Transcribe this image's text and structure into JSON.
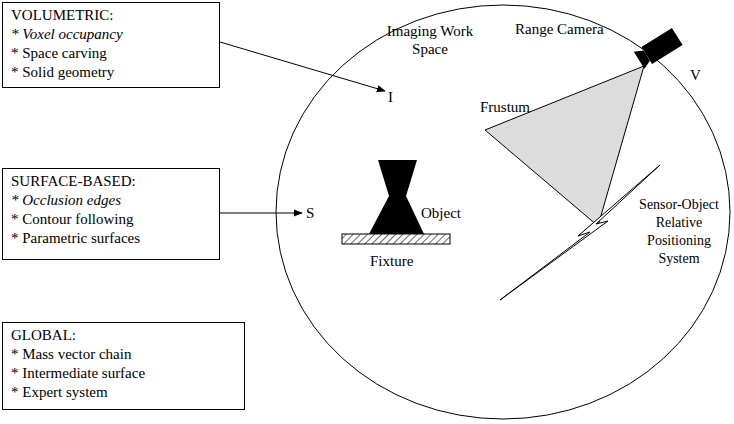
{
  "diagram": {
    "nodes": [
      {
        "text": [
          "VOLUMETRIC:",
          "* Voxel occupancy",
          "* Space carving",
          "* Solid geometry"
        ]
      },
      {
        "text": [
          "SURFACE-BASED:",
          "* Occlusion edges",
          "* Contour following",
          "* Parametric surfaces"
        ]
      },
      {
        "text": [
          "GLOBAL:",
          "* Mass vector chain",
          "* Intermediate surface",
          "* Expert system"
        ]
      },
      {
        "text": [
          "Imaging Work Space",
          "Range Camera",
          "V",
          "Frustum",
          "I",
          "S",
          "Object",
          "Sensor-Object Relative Positioning System",
          "Fixture"
        ]
      }
    ],
    "edges": [
      {
        "from": 0,
        "to": 3,
        "arrow": "to"
      },
      {
        "from": 1,
        "to": 3,
        "arrow": "to"
      }
    ]
  }
}
